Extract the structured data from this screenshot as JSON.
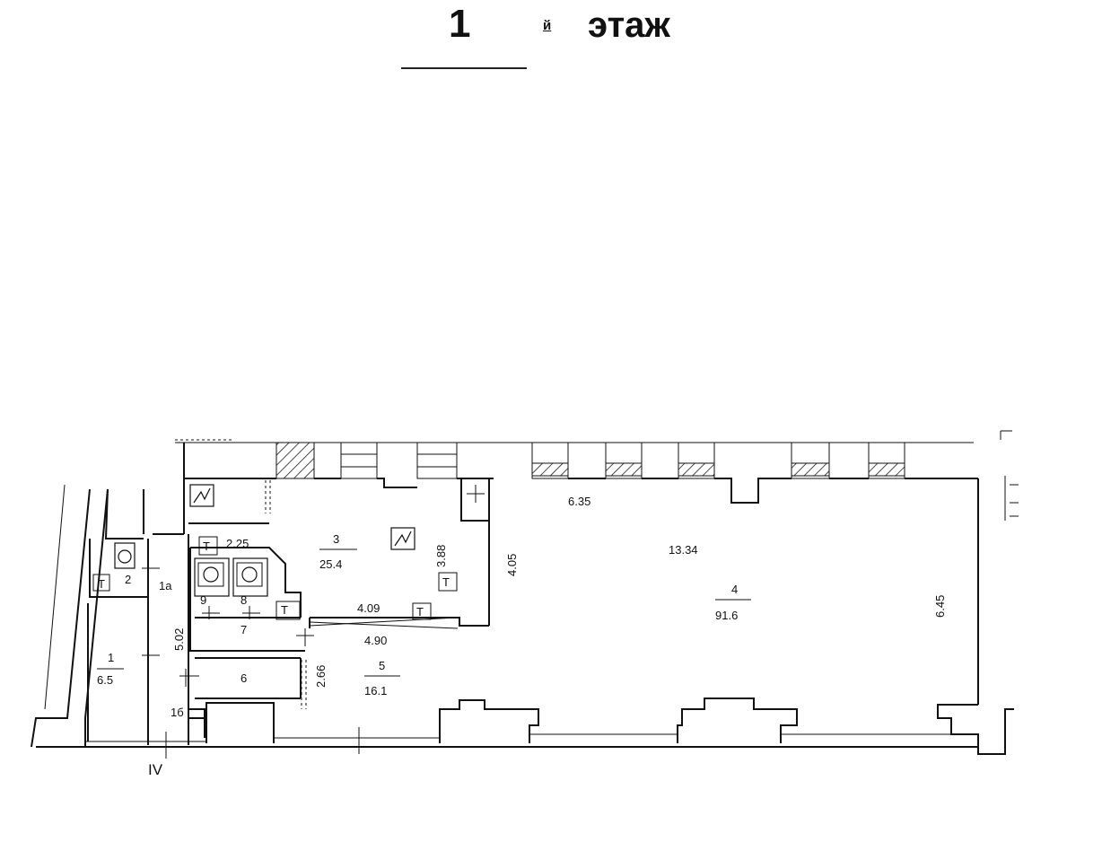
{
  "header": {
    "floor_number": "1",
    "floor_suffix": "й",
    "floor_word": "этаж"
  },
  "rooms": [
    {
      "id": "r1",
      "number": "1",
      "area": "6.5"
    },
    {
      "id": "r1a",
      "number": "1а",
      "area": ""
    },
    {
      "id": "r1b",
      "number": "1б",
      "area": ""
    },
    {
      "id": "r2",
      "number": "2",
      "area": ""
    },
    {
      "id": "r3",
      "number": "3",
      "area": "25.4"
    },
    {
      "id": "r4",
      "number": "4",
      "area": "91.6"
    },
    {
      "id": "r5",
      "number": "5",
      "area": "16.1"
    },
    {
      "id": "r6",
      "number": "6",
      "area": ""
    },
    {
      "id": "r7",
      "number": "7",
      "area": ""
    },
    {
      "id": "r8",
      "number": "8",
      "area": ""
    },
    {
      "id": "r9",
      "number": "9",
      "area": ""
    }
  ],
  "dimensions": {
    "d_2_25": "2.25",
    "d_3_88": "3.88",
    "d_4_05": "4.05",
    "d_6_35": "6.35",
    "d_13_34": "13.34",
    "d_6_45": "6.45",
    "d_4_09": "4.09",
    "d_4_90": "4.90",
    "d_2_66": "2.66",
    "d_5_02": "5.02"
  },
  "axis_label": "IV",
  "fixture_labels": {
    "tap": "Т"
  }
}
